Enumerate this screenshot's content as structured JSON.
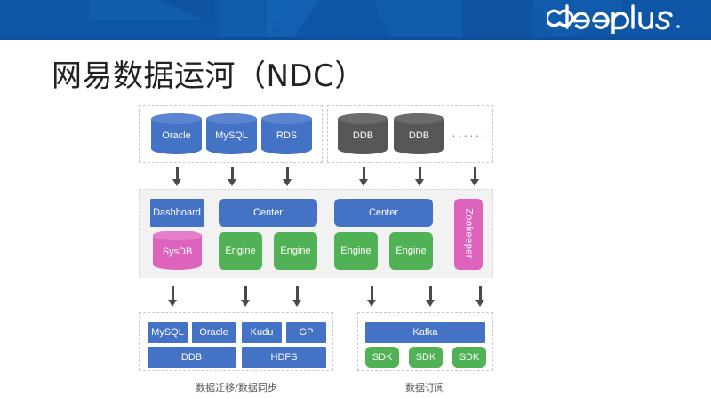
{
  "header": {
    "logo_text": "deeplus",
    "background_color": "#0f55a5"
  },
  "title": "网易数据运河（NDC）",
  "colors": {
    "blue": "#4472C4",
    "green": "#50B254",
    "pink": "#DD63BD",
    "gray_db": "#575757",
    "platform_bg": "#F2F2F2",
    "arrow": "#4A4A4A",
    "header_blue": "#0F55A5"
  },
  "sources": {
    "left_group": {
      "items": [
        {
          "label": "Oracle",
          "shape": "cylinder",
          "color": "blue"
        },
        {
          "label": "MySQL",
          "shape": "cylinder",
          "color": "blue"
        },
        {
          "label": "RDS",
          "shape": "cylinder",
          "color": "blue"
        }
      ]
    },
    "right_group": {
      "items": [
        {
          "label": "DDB",
          "shape": "cylinder",
          "color": "gray"
        },
        {
          "label": "DDB",
          "shape": "cylinder",
          "color": "gray"
        }
      ],
      "ellipsis": "······"
    }
  },
  "platform": {
    "dashboard": {
      "label": "Dashboard",
      "color": "blue"
    },
    "sysdb": {
      "label": "SysDB",
      "shape": "cylinder",
      "color": "pink"
    },
    "centers": [
      {
        "label": "Center",
        "color": "blue",
        "engines": [
          {
            "label": "Engine",
            "color": "green"
          },
          {
            "label": "Engine",
            "color": "green"
          }
        ]
      },
      {
        "label": "Center",
        "color": "blue",
        "engines": [
          {
            "label": "Engine",
            "color": "green"
          },
          {
            "label": "Engine",
            "color": "green"
          }
        ]
      }
    ],
    "zookeeper": {
      "label": "Zookeeper",
      "color": "pink",
      "orientation": "vertical"
    }
  },
  "sinks": {
    "left_group": {
      "sub_left": {
        "top": [
          {
            "label": "MySQL",
            "color": "blue"
          },
          {
            "label": "Oracle",
            "color": "blue"
          }
        ],
        "bottom": {
          "label": "DDB",
          "color": "blue"
        }
      },
      "sub_right": {
        "top": [
          {
            "label": "Kudu",
            "color": "blue"
          },
          {
            "label": "GP",
            "color": "blue"
          }
        ],
        "bottom": {
          "label": "HDFS",
          "color": "blue"
        }
      },
      "caption": "数据迁移/数据同步"
    },
    "right_group": {
      "kafka": {
        "label": "Kafka",
        "color": "blue"
      },
      "sdks": [
        {
          "label": "SDK",
          "color": "green"
        },
        {
          "label": "SDK",
          "color": "green"
        },
        {
          "label": "SDK",
          "color": "green"
        }
      ],
      "caption": "数据订阅"
    }
  },
  "arrows": {
    "upper_count": 6,
    "lower_count": 6,
    "direction": "down"
  }
}
